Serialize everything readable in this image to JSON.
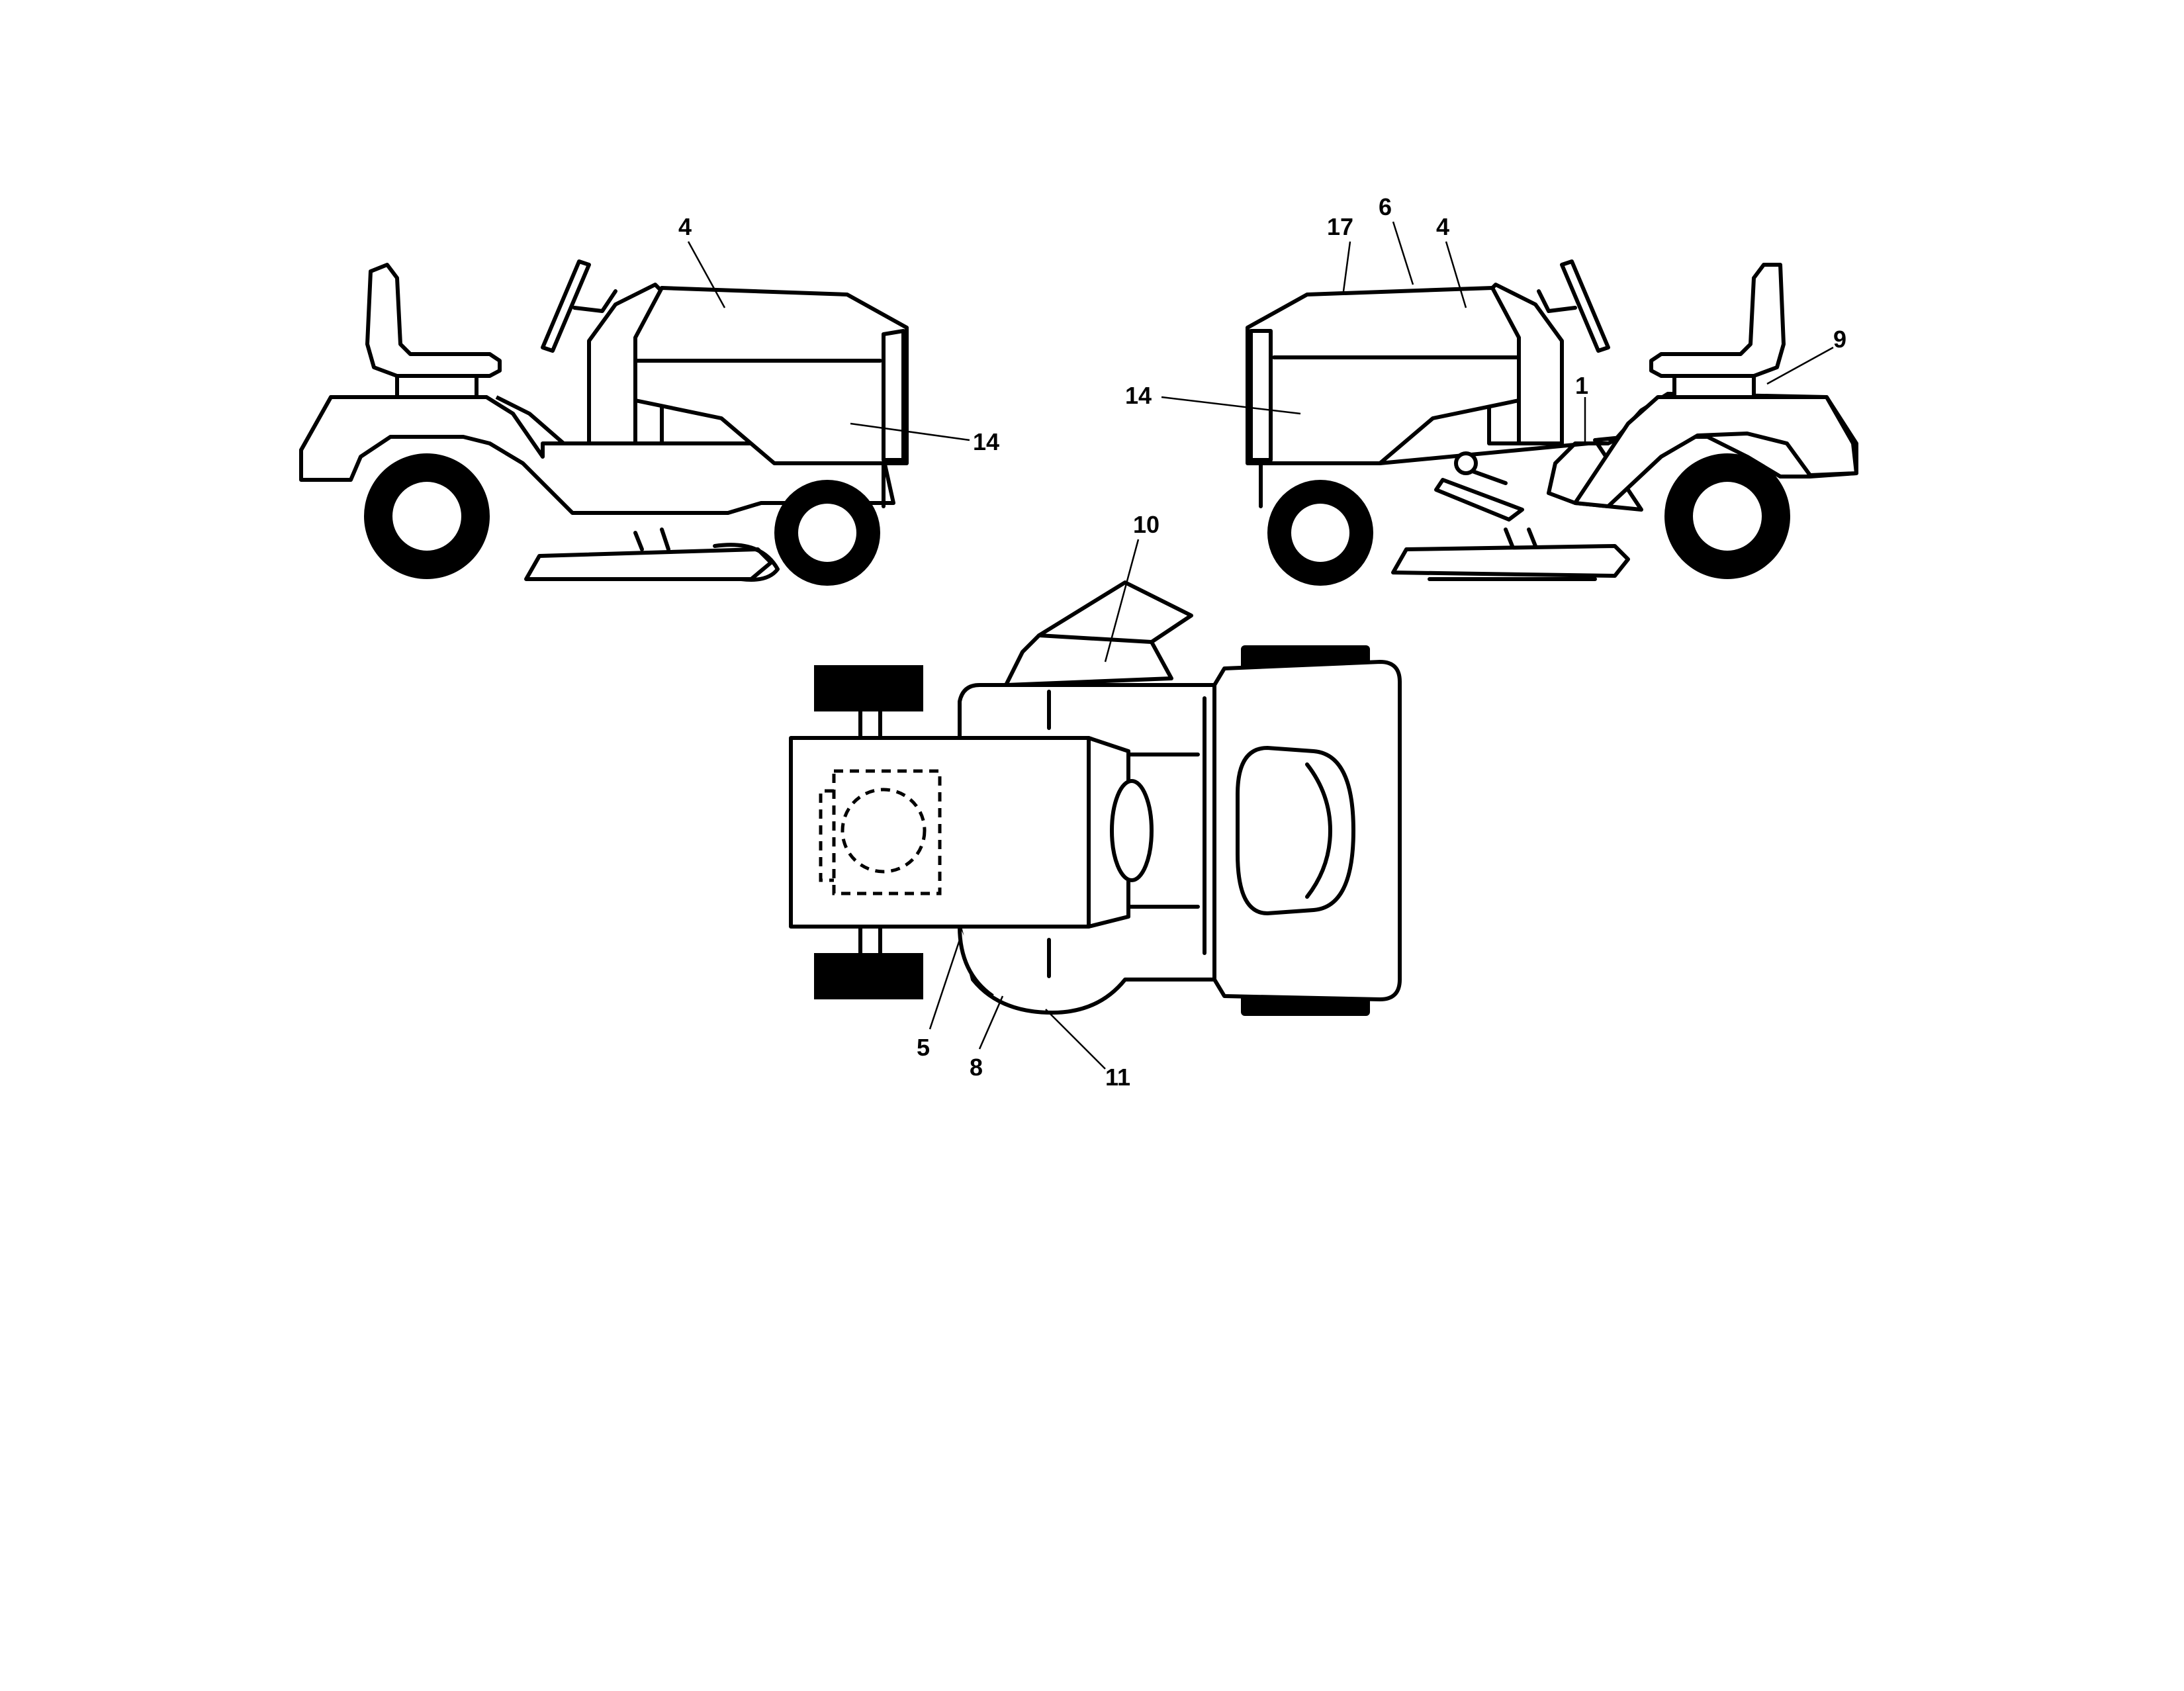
{
  "callouts": {
    "left_view": [
      "4",
      "14"
    ],
    "right_view": [
      "17",
      "6",
      "4",
      "9",
      "14",
      "1"
    ],
    "top_view": [
      "10",
      "5",
      "8",
      "11"
    ]
  },
  "colors": {
    "line": "#000000",
    "background": "#ffffff"
  }
}
